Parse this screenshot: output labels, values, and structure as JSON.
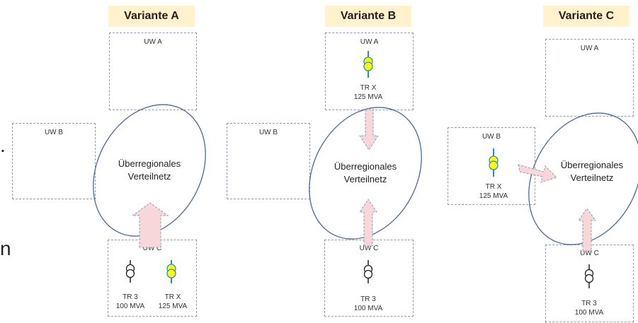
{
  "variants": {
    "a": {
      "title": "Variante A",
      "uw_a": "UW A",
      "uw_b": "UW B",
      "uw_c": "UW C",
      "net_line1": "Überregionales",
      "net_line2": "Verteilnetz",
      "tr3_name": "TR 3",
      "tr3_power": "100 MVA",
      "trx_name": "TR X",
      "trx_power": "125 MVA"
    },
    "b": {
      "title": "Variante B",
      "uw_a": "UW A",
      "uw_b": "UW B",
      "uw_c": "UW C",
      "net_line1": "Überregionales",
      "net_line2": "Verteilnetz",
      "tr3_name": "TR 3",
      "tr3_power": "100 MVA",
      "trx_name": "TR X",
      "trx_power": "125 MVA"
    },
    "c": {
      "title": "Variante C",
      "uw_a": "UW A",
      "uw_b": "UW B",
      "uw_c": "UW C",
      "net_line1": "Überregionales",
      "net_line2": "Verteilnetz",
      "tr3_name": "TR 3",
      "tr3_power": "100 MVA",
      "trx_name": "TR X",
      "trx_power": "125 MVA"
    }
  },
  "edge_fragments": {
    "dot": ".",
    "n": "n"
  },
  "colors": {
    "box_border": "#8e9bb3",
    "ellipse": "#4a6a92",
    "arrow_fill": "#f8d7da",
    "arrow_stroke": "#8e9bb3",
    "transformer_fill": "#ffff00",
    "transformer_line": "#2e8bd0",
    "title_bg": "#fff2cc"
  }
}
